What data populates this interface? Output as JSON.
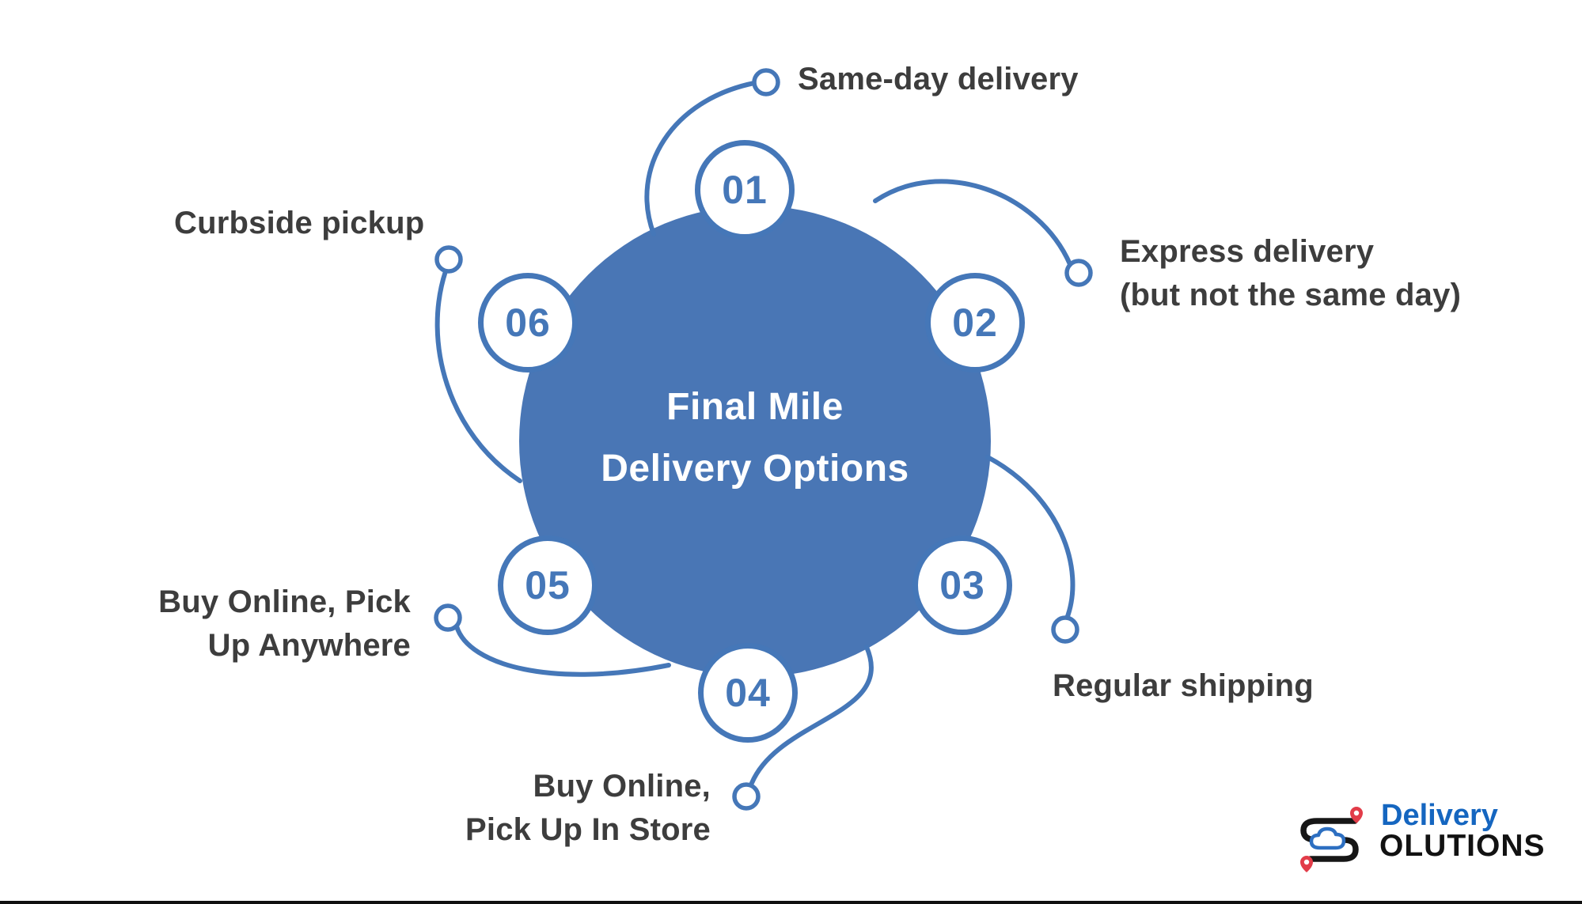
{
  "title": {
    "line1": "Final Mile",
    "line2": "Delivery Options"
  },
  "nodes": [
    {
      "number": "01",
      "label_line1": "Same-day delivery",
      "label_line2": ""
    },
    {
      "number": "02",
      "label_line1": "Express delivery",
      "label_line2": "(but not the same day)"
    },
    {
      "number": "03",
      "label_line1": "Regular shipping",
      "label_line2": ""
    },
    {
      "number": "04",
      "label_line1": "Buy Online,",
      "label_line2": "Pick Up In Store"
    },
    {
      "number": "05",
      "label_line1": "Buy Online, Pick",
      "label_line2": "Up Anywhere"
    },
    {
      "number": "06",
      "label_line1": "Curbside pickup",
      "label_line2": ""
    }
  ],
  "colors": {
    "diagram_blue": "#4577B8",
    "center_circle_fill": "#4976B5",
    "label_text": "#3D3D3D",
    "logo_blue": "#1566C0",
    "logo_black": "#121212",
    "logo_red": "#E23C49",
    "logo_cloud_blue": "#2D6FC1"
  },
  "logo": {
    "word1": "Delivery",
    "word2": "OLUTIONS"
  }
}
